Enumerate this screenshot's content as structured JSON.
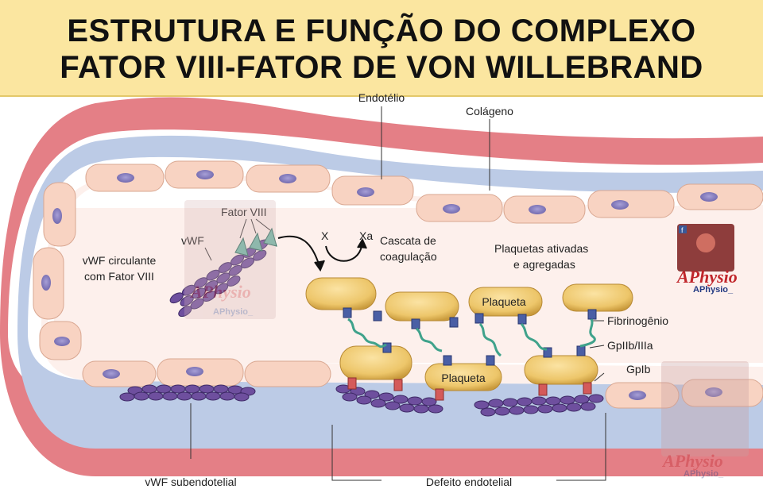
{
  "title": {
    "line1": "ESTRUTURA E FUNÇÃO DO COMPLEXO",
    "line2": "FATOR VIII-FATOR DE VON WILLEBRAND"
  },
  "labels": {
    "endotelio": "Endotélio",
    "colageno": "Colágeno",
    "fator_viii": "Fator VIII",
    "vwf": "vWF",
    "x": "X",
    "xa": "Xa",
    "cascata_1": "Cascata de",
    "cascata_2": "coagulação",
    "plaquetas_ativadas_1": "Plaquetas ativadas",
    "plaquetas_ativadas_2": "e agregadas",
    "vwf_circulante_1": "vWF circulante",
    "vwf_circulante_2": "com Fator VIII",
    "plaqueta_top": "Plaqueta",
    "plaqueta_bottom": "Plaqueta",
    "fibrinogenio": "Fibrinogênio",
    "gpiib_iiia": "GpIIb/IIIa",
    "gpib": "GpIb",
    "vwf_subendotelial": "vWF subendotelial",
    "defeito_endotelial": "Defeito endotelial"
  },
  "watermark": {
    "brand": "APhysio",
    "handle": "APhysio_"
  },
  "colors": {
    "title_bg": "#fbe6a0",
    "vessel_outer": "#e47f86",
    "collagen": "#bccbe6",
    "endothelium_cell": "#f8d3c2",
    "nucleus": "#8f86c6",
    "lumen": "#fdf0ec",
    "platelet": "#edc66a",
    "vwf_purple": "#6e4f9e",
    "fibrinogen_green": "#3fa28b",
    "receptor_blue": "#4a5fa5",
    "gpib_red": "#d45a5a"
  }
}
